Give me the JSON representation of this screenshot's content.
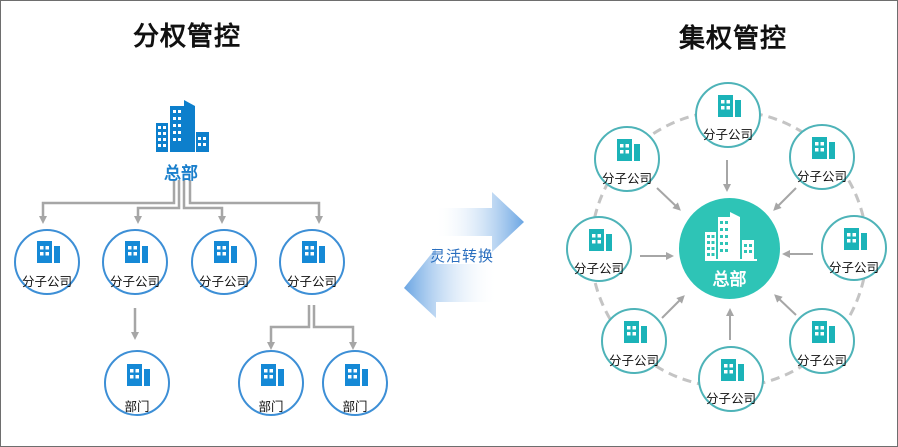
{
  "left_panel": {
    "title": "分权管控",
    "headquarters": {
      "label": "总部",
      "icon": "building-icon",
      "color": "#1a7fcc"
    },
    "subsidiaries": [
      {
        "label": "分子公司",
        "departments": []
      },
      {
        "label": "分子公司",
        "departments": [
          {
            "label": "部门"
          }
        ]
      },
      {
        "label": "分子公司",
        "departments": []
      },
      {
        "label": "分子公司",
        "departments": [
          {
            "label": "部门"
          },
          {
            "label": "部门"
          }
        ]
      }
    ],
    "node_icon": "office-building-icon",
    "node_border_color": "#3d8fd6",
    "icon_color": "#1589d6"
  },
  "transition": {
    "label": "灵活转换",
    "icon": "bidirectional-arrows-icon",
    "color": "#6aa5e3"
  },
  "right_panel": {
    "title": "集权管控",
    "headquarters": {
      "label": "总部",
      "icon": "building-icon",
      "fill_color": "#2ec4b6"
    },
    "subsidiaries": [
      {
        "label": "分子公司"
      },
      {
        "label": "分子公司"
      },
      {
        "label": "分子公司"
      },
      {
        "label": "分子公司"
      },
      {
        "label": "分子公司"
      },
      {
        "label": "分子公司"
      },
      {
        "label": "分子公司"
      },
      {
        "label": "分子公司"
      }
    ],
    "node_border_color": "#4eb3b8",
    "icon_color": "#1bb3b8"
  },
  "connector_color": "#a6a6a6"
}
